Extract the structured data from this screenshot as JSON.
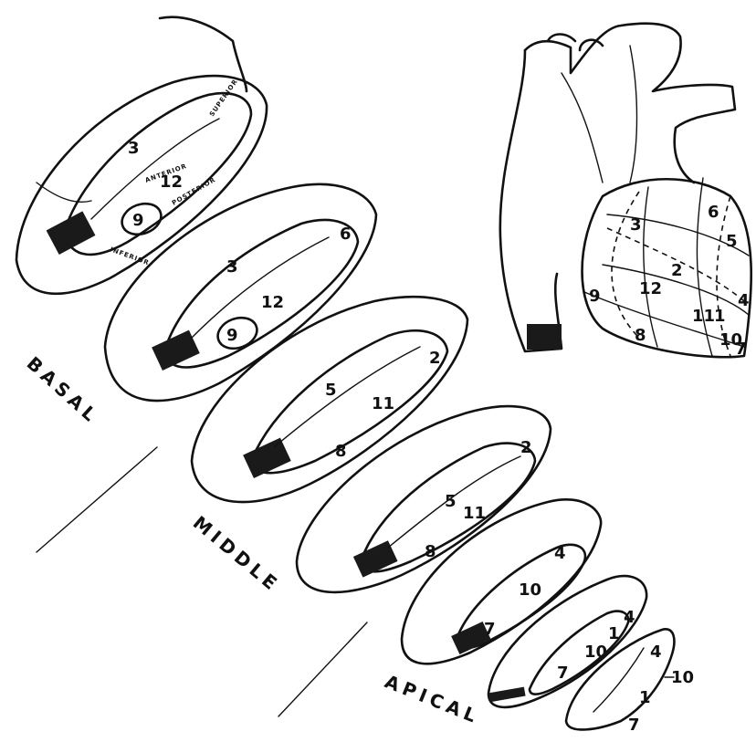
{
  "zones": {
    "basal": "BASAL",
    "middle": "MIDDLE",
    "apical": "APICAL"
  },
  "basal_slice_text": {
    "superior": "SUPERIOR",
    "anterior": "ANTERIOR",
    "posterior": "POSTERIOR",
    "inferior": "INFERIOR"
  },
  "slices": [
    {
      "id": "basal-1",
      "labels": [
        "3",
        "12",
        "9"
      ]
    },
    {
      "id": "basal-2",
      "labels": [
        "3",
        "6",
        "12",
        "9"
      ]
    },
    {
      "id": "middle-1",
      "labels": [
        "5",
        "2",
        "11",
        "8"
      ]
    },
    {
      "id": "middle-2",
      "labels": [
        "5",
        "2",
        "11",
        "8"
      ]
    },
    {
      "id": "apical-1",
      "labels": [
        "4",
        "10",
        "7"
      ]
    },
    {
      "id": "apical-2",
      "labels": [
        "4",
        "1",
        "10",
        "7"
      ]
    },
    {
      "id": "apex",
      "labels": [
        "4",
        "10",
        "7",
        "1"
      ]
    }
  ],
  "heart_labels": [
    "3",
    "6",
    "5",
    "12",
    "2",
    "4",
    "11",
    "1",
    "10",
    "7",
    "8",
    "9"
  ]
}
